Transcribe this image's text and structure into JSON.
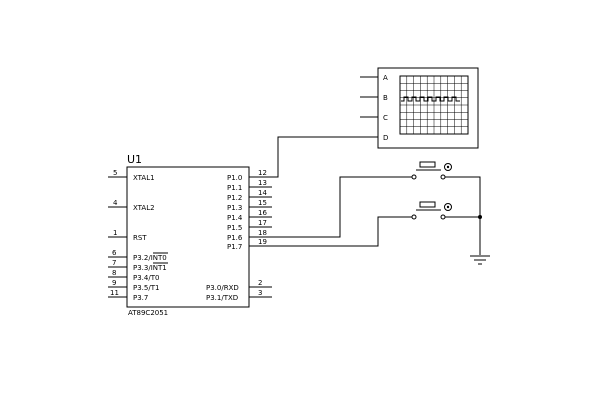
{
  "chip": {
    "designator": "U1",
    "part_number": "AT89C2051",
    "left_pins": [
      {
        "num": "5",
        "name": "XTAL1"
      },
      {
        "num": "4",
        "name": "XTAL2"
      },
      {
        "num": "1",
        "name": "RST"
      },
      {
        "num": "6",
        "name": "P3.2/INT0"
      },
      {
        "num": "7",
        "name": "P3.3/INT1"
      },
      {
        "num": "8",
        "name": "P3.4/T0"
      },
      {
        "num": "9",
        "name": "P3.5/T1"
      },
      {
        "num": "11",
        "name": "P3.7"
      }
    ],
    "right_pins": [
      {
        "num": "12",
        "name": "P1.0"
      },
      {
        "num": "13",
        "name": "P1.1"
      },
      {
        "num": "14",
        "name": "P1.2"
      },
      {
        "num": "15",
        "name": "P1.3"
      },
      {
        "num": "16",
        "name": "P1.4"
      },
      {
        "num": "17",
        "name": "P1.5"
      },
      {
        "num": "18",
        "name": "P1.6"
      },
      {
        "num": "19",
        "name": "P1.7"
      },
      {
        "num": "2",
        "name": "P3.0/RXD"
      },
      {
        "num": "3",
        "name": "P3.1/TXD"
      }
    ]
  },
  "oscilloscope": {
    "channels": [
      "A",
      "B",
      "C",
      "D"
    ]
  },
  "switches": [
    {
      "id": "sw1"
    },
    {
      "id": "sw2"
    }
  ]
}
